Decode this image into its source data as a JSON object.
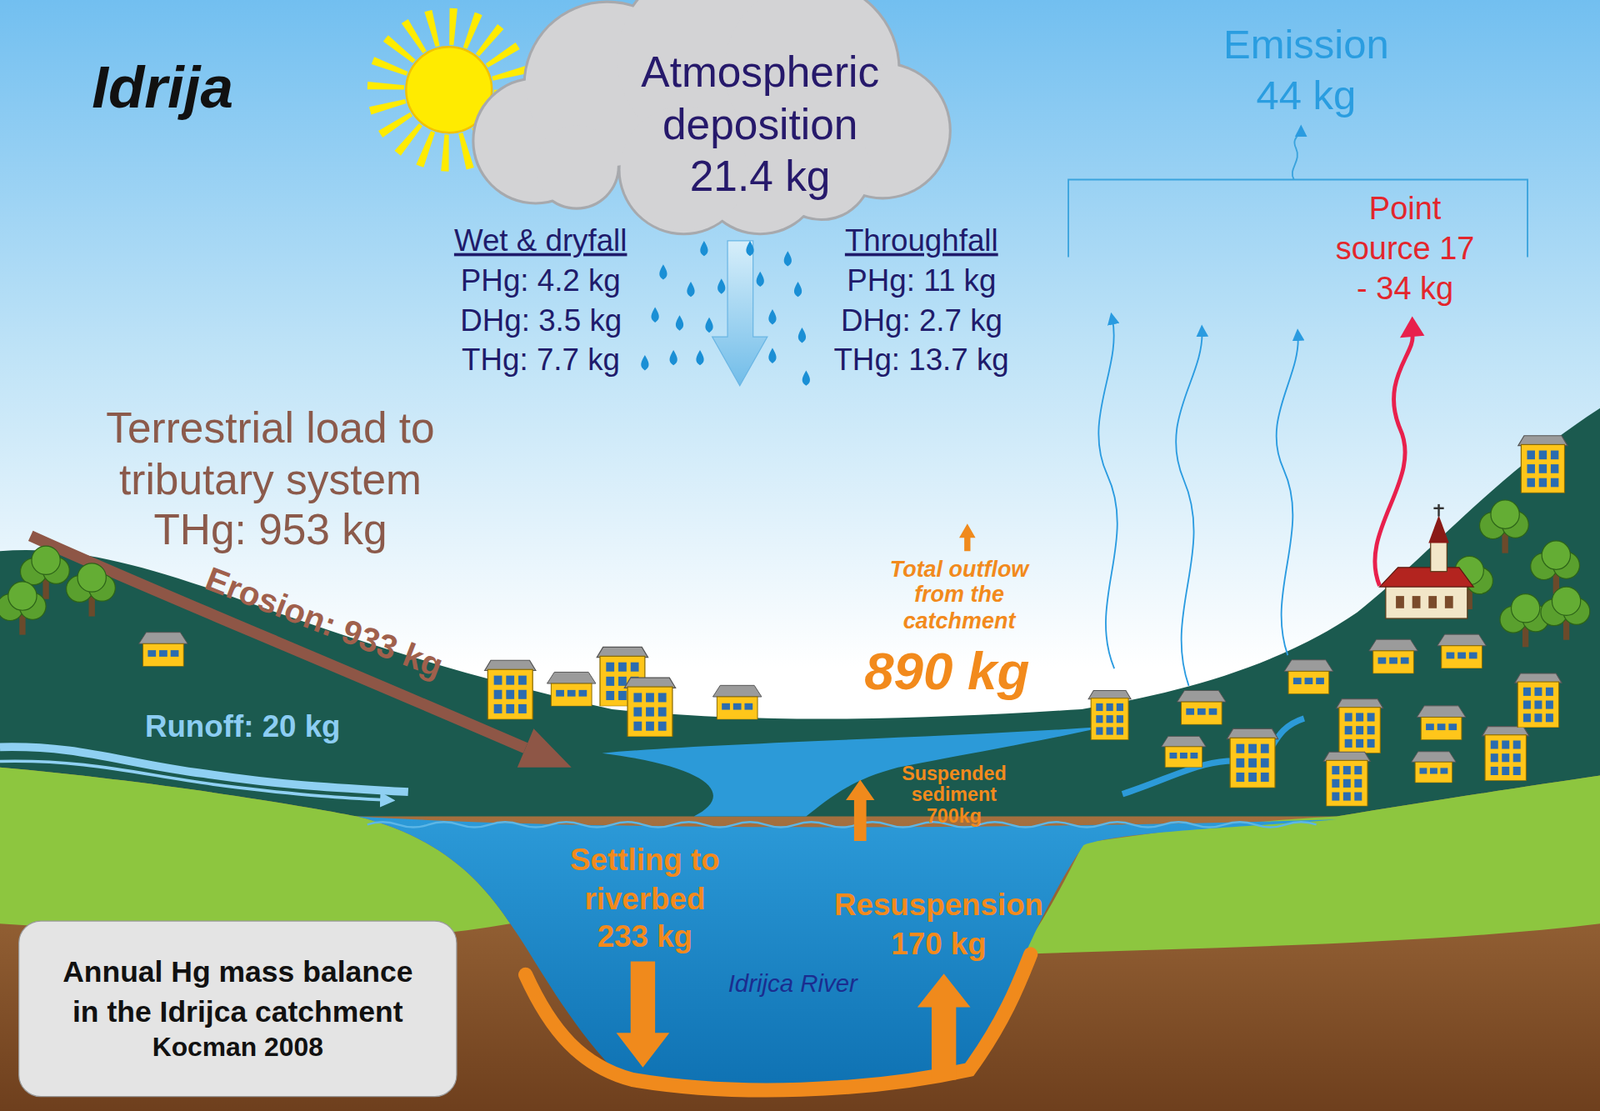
{
  "diagram": {
    "title": "Idrija",
    "nodes": [
      {
        "text": [
          "Atmospheric deposition",
          "21.4 kg"
        ]
      },
      {
        "text": [
          "Annual Hg mass balance in the Idrijca catchment",
          "Kocman 2008"
        ]
      }
    ],
    "labels": [
      "Wet & dryfall",
      "PHg: 4.2 kg",
      "DHg: 3.5 kg",
      "THg: 7.7 kg",
      "Throughfall",
      "PHg: 11 kg",
      "DHg: 2.7 kg",
      "THg: 13.7 kg",
      "Emission 44 kg",
      "Point source 17 - 34 kg",
      "Terrestrial load to tributary system THg: 953 kg",
      "Erosion: 933 kg",
      "Runoff: 20 kg",
      "Total outflow from the catchment",
      "890 kg",
      "Suspended sediment 700kg",
      "Settling to riverbed 233 kg",
      "Resuspension 170 kg",
      "Idrijca River"
    ]
  }
}
